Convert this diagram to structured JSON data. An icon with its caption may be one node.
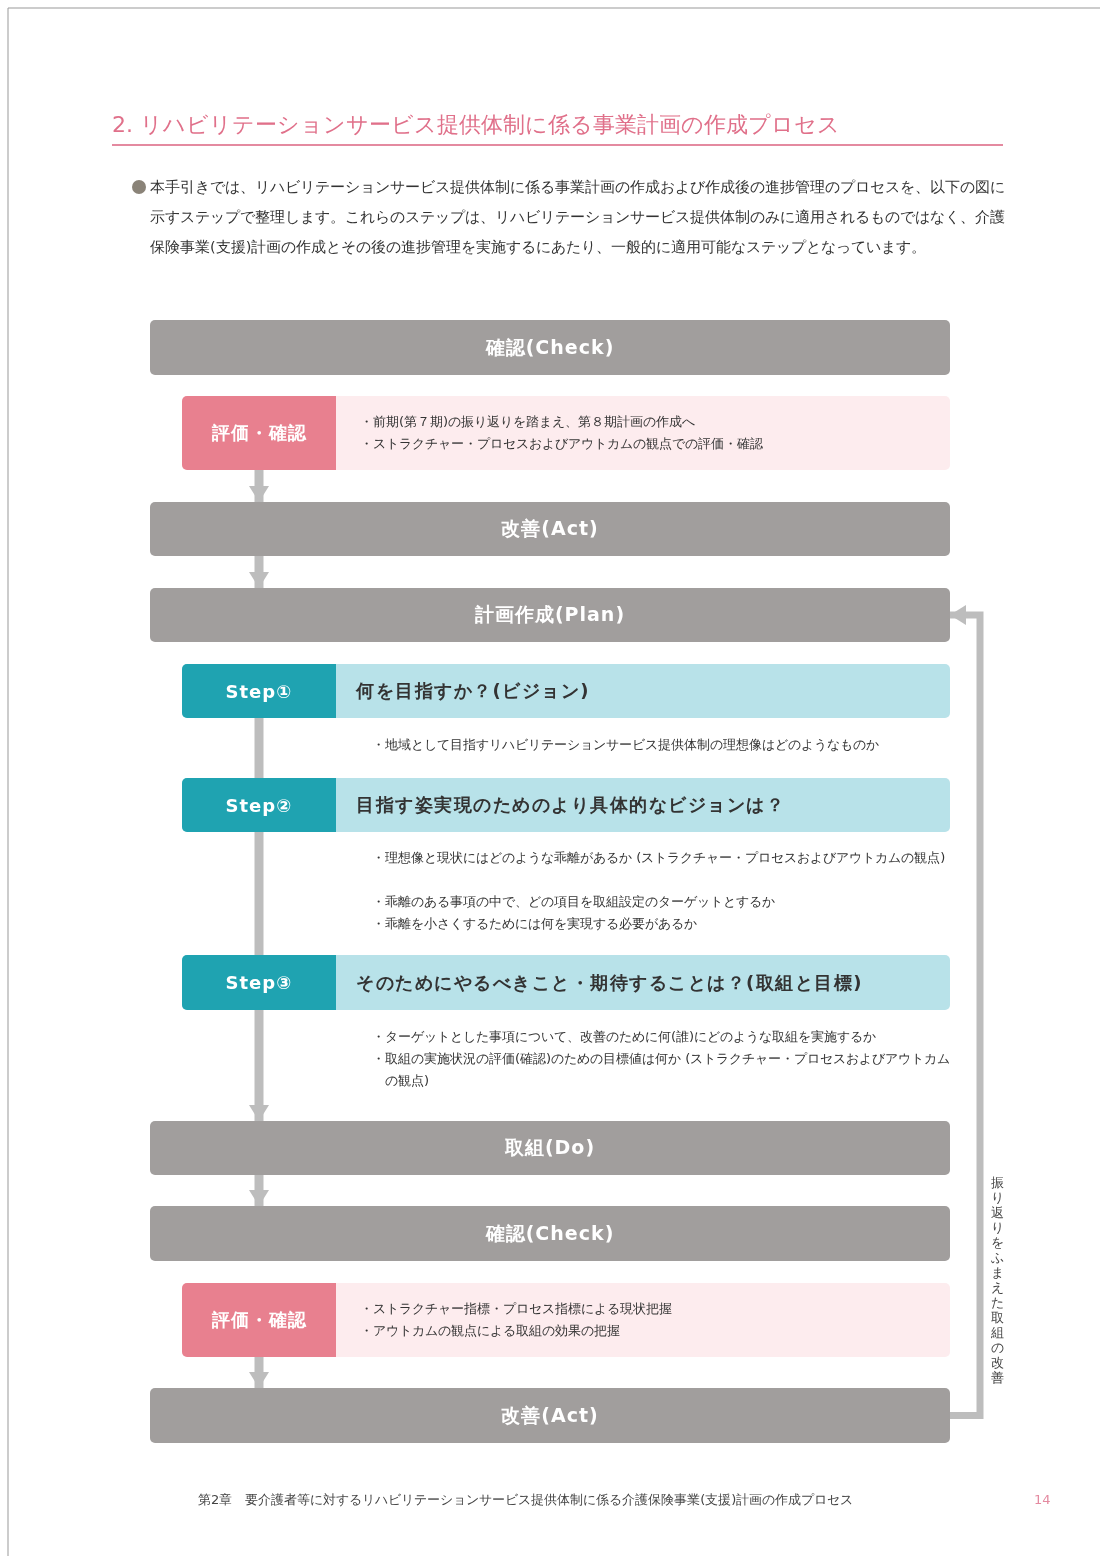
{
  "diagram": {
    "title": "2. リハビリテーションサービス提供体制に係る事業計画の作成プロセス",
    "nodes": [
      {
        "text": [
          "確認(Check)"
        ]
      },
      {
        "text": [
          "評価・確認",
          "・前期(第７期)の振り返りを踏まえ、第８期計画の作成へ",
          "・ストラクチャー・プロセスおよびアウトカムの観点での評価・確認"
        ]
      },
      {
        "text": [
          "改善(Act)"
        ]
      },
      {
        "text": [
          "計画作成(Plan)"
        ]
      },
      {
        "text": [
          "Step①",
          "何を目指すか？(ビジョン)"
        ],
        "beside": [
          "・地域として目指すリハビリテーションサービス提供体制の理想像はどのようなものか"
        ]
      },
      {
        "text": [
          "Step②",
          "目指す姿実現のためのより具体的なビジョンは？"
        ],
        "beside": [
          "・理想像と現状にはどのような乖離があるか (ストラクチャー・プロセスおよびアウトカムの観点)",
          "・乖離のある事項の中で、どの項目を取組設定のターゲットとするか",
          "・乖離を小さくするためには何を実現する必要があるか"
        ]
      },
      {
        "text": [
          "Step③",
          "そのためにやるべきこと・期待することは？(取組と目標)"
        ],
        "beside": [
          "・ターゲットとした事項について、改善のために何(誰)にどのような取組を実施するか",
          "・取組の実施状況の評価(確認)のための目標値は何か (ストラクチャー・プロセスおよびアウトカムの観点)"
        ]
      },
      {
        "text": [
          "取組(Do)"
        ]
      },
      {
        "text": [
          "確認(Check)"
        ]
      },
      {
        "text": [
          "評価・確認",
          "・ストラクチャー指標・プロセス指標による現状把握",
          "・アウトカムの観点による取組の効果の把握"
        ]
      },
      {
        "text": [
          "改善(Act)"
        ]
      }
    ],
    "edges": [
      {
        "from": 1,
        "to": 2,
        "arrow": "to"
      },
      {
        "from": 2,
        "to": 3,
        "arrow": "to"
      },
      {
        "from": 4,
        "to": 5,
        "arrow": "none"
      },
      {
        "from": 5,
        "to": 6,
        "arrow": "none"
      },
      {
        "from": 6,
        "to": 7,
        "arrow": "to"
      },
      {
        "from": 7,
        "to": 8,
        "arrow": "to"
      },
      {
        "from": 9,
        "to": 10,
        "arrow": "to"
      },
      {
        "from": 10,
        "to": 3,
        "arrow": "to",
        "label": "振り返りをふまえた取組の改善"
      }
    ],
    "labels": [
      "本手引きでは、リハビリテーションサービス提供体制に係る事業計画の作成および作成後の進捗管理のプロセスを、以下の図に示すステップで整理します。これらのステップは、リハビリテーションサービス提供体制のみに適用されるものではなく、介護保険事業(支援)計画の作成とその後の進捗管理を実施するにあたり、一般的に適用可能なステップとなっています。",
      "第2章　要介護者等に対するリハビリテーションサービス提供体制に係る介護保険事業(支援)計画の作成プロセス",
      "14"
    ]
  }
}
